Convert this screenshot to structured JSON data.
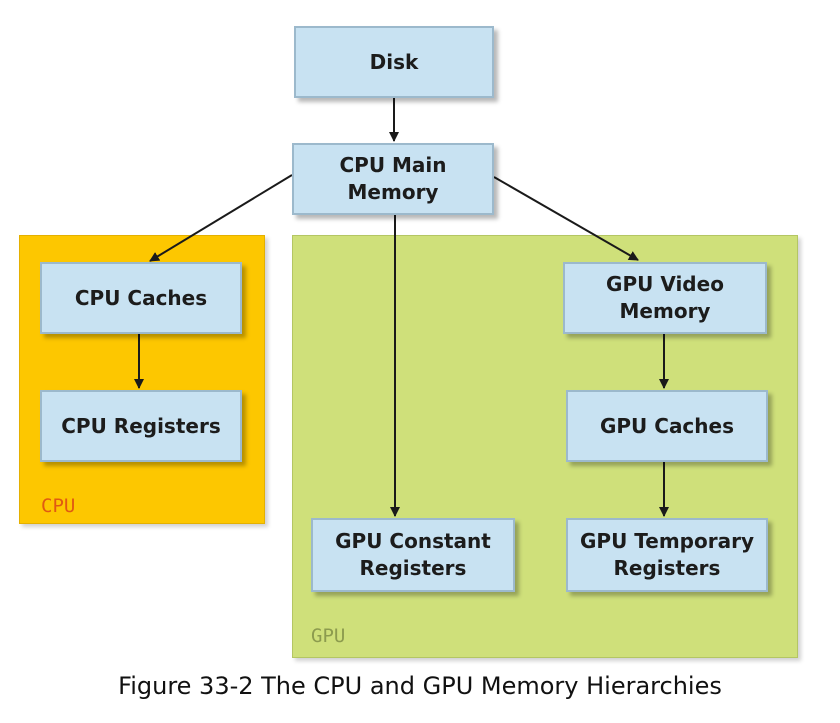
{
  "regions": {
    "cpu": "CPU",
    "gpu": "GPU"
  },
  "nodes": {
    "disk": "Disk",
    "cpu_main_memory": "CPU Main\nMemory",
    "cpu_caches": "CPU Caches",
    "cpu_registers": "CPU Registers",
    "gpu_video_memory": "GPU Video\nMemory",
    "gpu_caches": "GPU Caches",
    "gpu_constant_registers": "GPU Constant\nRegisters",
    "gpu_temporary_registers": "GPU Temporary\nRegisters"
  },
  "edges": [
    {
      "from": "disk",
      "to": "cpu_main_memory"
    },
    {
      "from": "cpu_main_memory",
      "to": "cpu_caches"
    },
    {
      "from": "cpu_main_memory",
      "to": "gpu_constant_registers"
    },
    {
      "from": "cpu_main_memory",
      "to": "gpu_video_memory"
    },
    {
      "from": "cpu_caches",
      "to": "cpu_registers"
    },
    {
      "from": "gpu_video_memory",
      "to": "gpu_caches"
    },
    {
      "from": "gpu_caches",
      "to": "gpu_temporary_registers"
    }
  ],
  "caption": "Figure 33-2 The CPU and GPU Memory Hierarchies",
  "colors": {
    "cpu_region": "#fdc700",
    "gpu_region": "#cfe07a",
    "node_fill": "#c8e2f2",
    "cpu_label": "#e05a12",
    "gpu_label": "#8c9b4e"
  }
}
